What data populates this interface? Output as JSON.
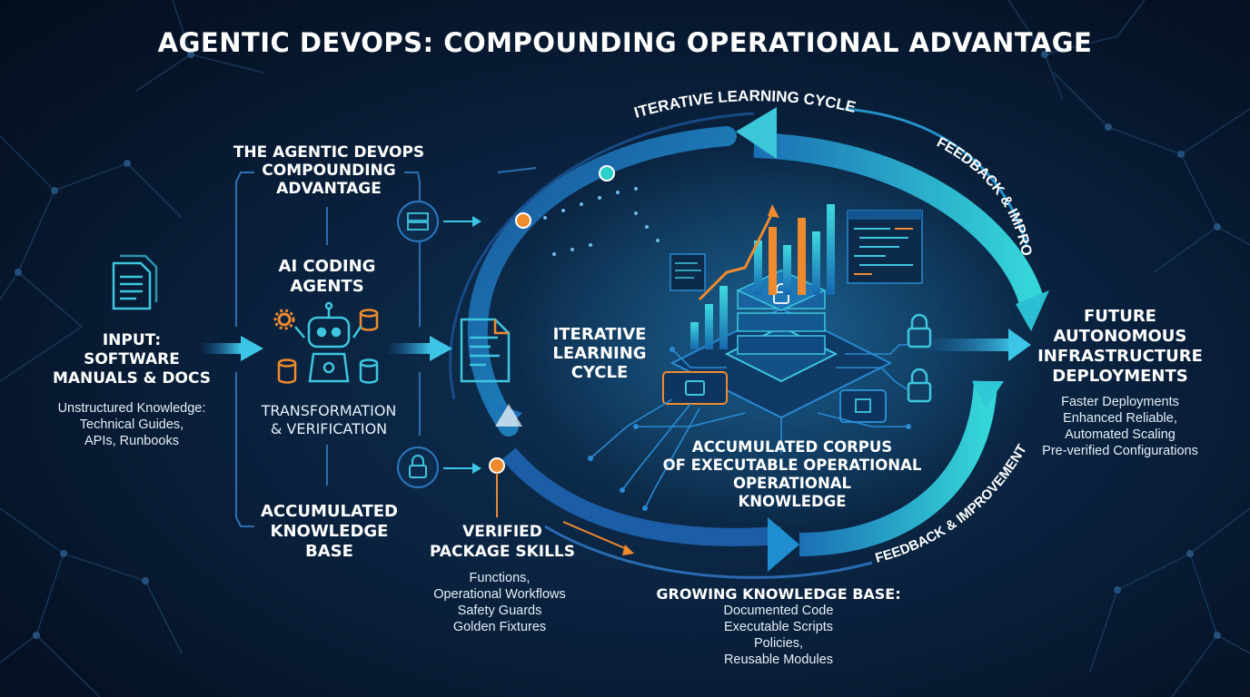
{
  "title": "AGENTIC DEVOPS: COMPOUNDING OPERATIONAL ADVANTAGE",
  "arc_labels": {
    "top": "ITERATIVE LEARNING CYCLE",
    "right_top": "FEEDBACK & IMPROVEMENT",
    "right_bottom": "FEEDBACK & IMPROVEMENT"
  },
  "input": {
    "heading": [
      "INPUT:",
      "SOFTWARE",
      "MANUALS & DOCS"
    ],
    "desc": [
      "Unstructured Knowledge:",
      "Technical Guides,",
      "APIs, Runbooks"
    ]
  },
  "pipeline": {
    "agentic_advantage": [
      "THE AGENTIC DEVOPS",
      "COMPOUNDING",
      "ADVANTAGE"
    ],
    "ai_agents": [
      "AI CODING",
      "AGENTS"
    ],
    "transformation": [
      "TRANSFORMATION",
      "& VERIFICATION"
    ],
    "knowledge_base": [
      "ACCUMULATED",
      "KNOWLEDGE",
      "BASE"
    ]
  },
  "verified": {
    "heading": [
      "VERIFIED",
      "PACKAGE SKILLS"
    ],
    "desc": [
      "Functions,",
      "Operational Workflows",
      "Safety Guards",
      "Golden Fixtures"
    ]
  },
  "center": {
    "iterative": [
      "ITERATIVE",
      "LEARNING",
      "CYCLE"
    ],
    "corpus": [
      "ACCUMULATED CORPUS",
      "OF EXECUTABLE OPERATIONAL",
      "OPERATIONAL",
      "KNOWLEDGE"
    ]
  },
  "growing": {
    "heading": "GROWING KNOWLEDGE BASE:",
    "desc": [
      "Documented Code",
      "Executable Scripts",
      "Policies,",
      "Reusable Modules"
    ]
  },
  "future": {
    "heading": [
      "FUTURE",
      "AUTONOMOUS",
      "INFRASTRUCTURE",
      "DEPLOYMENTS"
    ],
    "desc": [
      "Faster Deployments",
      "Enhanced Reliable,",
      "Automated Scaling",
      "Pre-verified Configurations"
    ]
  },
  "icons": [
    "document-icon",
    "gear-icon",
    "robot-icon",
    "database-icon",
    "server-icon",
    "lock-icon",
    "code-file-icon",
    "bar-chart-icon",
    "code-window-icon"
  ],
  "colors": {
    "accent_cyan": "#2fd3d8",
    "accent_blue": "#1f78c8",
    "accent_orange": "#f08a2e",
    "background": "#081b33"
  }
}
